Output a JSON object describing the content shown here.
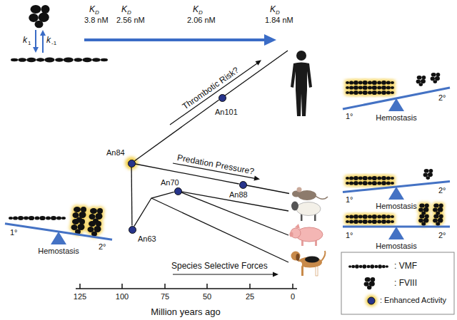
{
  "diagram": {
    "nodes": [
      {
        "text": [
          "An63"
        ]
      },
      {
        "text": [
          "An84"
        ]
      },
      {
        "text": [
          "An70"
        ]
      },
      {
        "text": [
          "An101"
        ]
      },
      {
        "text": [
          "An88"
        ]
      }
    ],
    "edges": [
      {
        "from": 0,
        "to": 1,
        "arrow": "none"
      },
      {
        "from": 0,
        "to": 2,
        "arrow": "none"
      },
      {
        "from": 1,
        "to": 3,
        "arrow": "none"
      },
      {
        "from": 1,
        "to": 4,
        "arrow": "none"
      }
    ],
    "labels": [
      "K",
      "D",
      "3.8 nM",
      "K",
      "D",
      "2.56 nM",
      "K",
      "D",
      "2.06 nM",
      "K",
      "D",
      "1.84 nM",
      "k",
      "1",
      "k",
      "-1",
      "Thrombotic Risk?",
      "Predation Pressure?",
      "Species Selective Forces",
      "1°",
      "Hemostasis",
      "2°",
      "1°",
      "Hemostasis",
      "2°",
      "1°",
      "Hemostasis",
      "2°",
      "1°",
      "Hemostasis",
      "2°",
      "125",
      "100",
      "75",
      "50",
      "25",
      "0",
      "Million years ago"
    ],
    "legend": [
      {
        "text": ": VMF"
      },
      {
        "text": ": FVIII"
      },
      {
        "text": ": Enhanced Activity"
      }
    ]
  }
}
